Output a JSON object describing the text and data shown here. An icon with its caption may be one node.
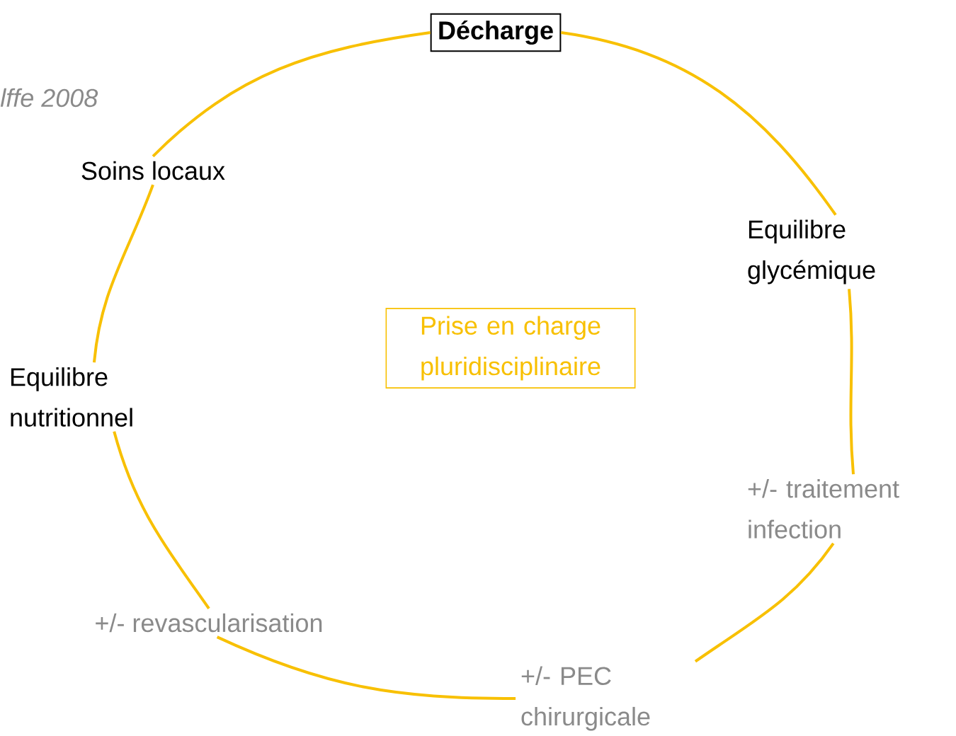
{
  "diagram": {
    "nodes": [
      {
        "text": [
          "Décharge"
        ]
      },
      {
        "text": [
          "Equilibre glycémique"
        ]
      },
      {
        "text": [
          "+/- traitement infection"
        ]
      },
      {
        "text": [
          "+/- PEC chirurgicale"
        ]
      },
      {
        "text": [
          "+/- revascularisation"
        ]
      },
      {
        "text": [
          "Equilibre nutritionnel"
        ]
      },
      {
        "text": [
          "Soins locaux"
        ]
      },
      {
        "text": [
          "Prise en charge pluridisciplinaire"
        ]
      }
    ],
    "edges": [
      {
        "from": 0,
        "to": 1,
        "arrow": "none"
      },
      {
        "from": 1,
        "to": 2,
        "arrow": "none"
      },
      {
        "from": 2,
        "to": 3,
        "arrow": "none"
      },
      {
        "from": 3,
        "to": 4,
        "arrow": "none"
      },
      {
        "from": 4,
        "to": 5,
        "arrow": "none"
      },
      {
        "from": 5,
        "to": 6,
        "arrow": "none"
      },
      {
        "from": 6,
        "to": 0,
        "arrow": "none"
      }
    ],
    "labels": [
      "lffe 2008"
    ]
  }
}
